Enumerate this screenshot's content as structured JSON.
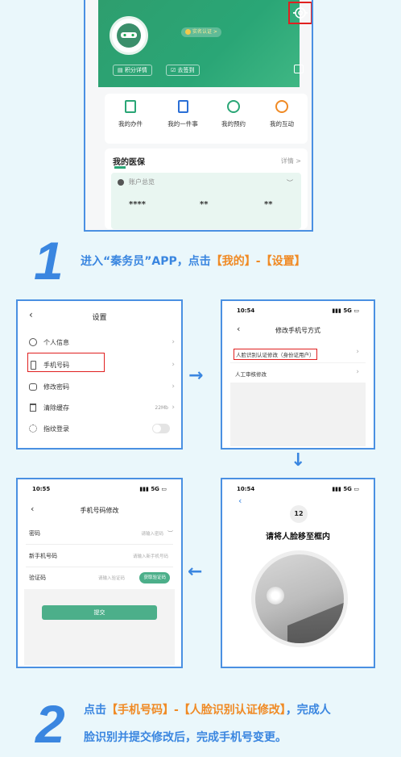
{
  "colors": {
    "accent": "#3a86e0",
    "highlight": "#f08a24",
    "green": "#2aa676",
    "red_box": "#e02020",
    "field_green": "#4caf8a"
  },
  "top_phone": {
    "badge": "实名认证 >",
    "btn_points": "积分详情",
    "btn_checkin": "去签到",
    "actions": [
      "我的办件",
      "我的一件事",
      "我的预约",
      "我的互动"
    ],
    "insurance_title": "我的医保",
    "details": "详情 >",
    "account_overview": "账户总览",
    "masked": [
      "****",
      "**",
      "**"
    ]
  },
  "step1": {
    "number": "1",
    "prefix": "进入“秦务员”APP，点击",
    "highlight": "【我的】-【设置】"
  },
  "settings": {
    "title": "设置",
    "items": [
      {
        "label": "个人信息",
        "right": ""
      },
      {
        "label": "手机号码",
        "right": ""
      },
      {
        "label": "修改密码",
        "right": ""
      },
      {
        "label": "清除缓存",
        "right": "22Mb"
      },
      {
        "label": "指纹登录",
        "right": ""
      }
    ]
  },
  "modify_method": {
    "time": "10:54",
    "net": "5G",
    "title": "修改手机号方式",
    "option1": "人脸识别认证修改（身份证用户）",
    "option2": "人工审核修改"
  },
  "face": {
    "time": "10:54",
    "net": "5G",
    "countdown": "12",
    "instruction": "请将人脸移至框内"
  },
  "phone_modify": {
    "time": "10:55",
    "net": "5G",
    "title": "手机号码修改",
    "fields": [
      {
        "label": "密码",
        "placeholder": "请输入密码"
      },
      {
        "label": "新手机号码",
        "placeholder": "请输入新手机号码"
      },
      {
        "label": "验证码",
        "placeholder": "请输入验证码"
      }
    ],
    "get_code": "获取验证码",
    "submit": "提交"
  },
  "step2": {
    "number": "2",
    "prefix": "点击",
    "highlight": "【手机号码】-【人脸识别认证修改】",
    "suffix": "，完成人",
    "line2": "脸识别并提交修改后，完成手机号变更。"
  }
}
